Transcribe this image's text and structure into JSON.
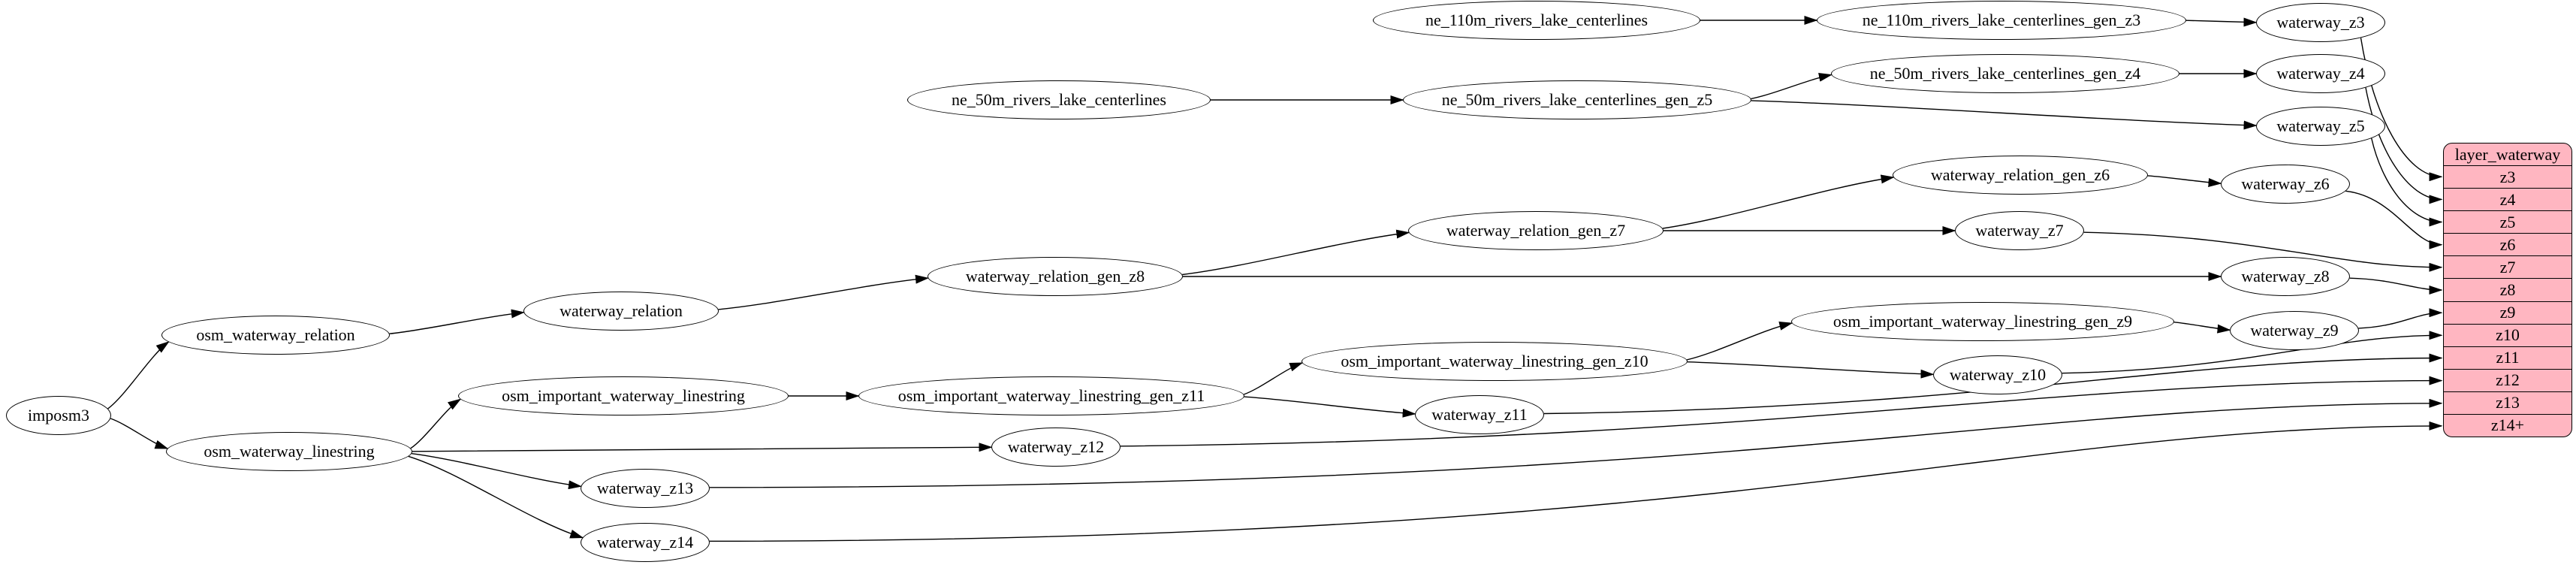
{
  "diagram": {
    "type": "flow-graph",
    "colors": {
      "background": "#ffffff",
      "node_fill": "#ffffff",
      "node_border": "#000000",
      "edge": "#000000",
      "record_fill": "#ffb6c1",
      "record_border": "#000000"
    },
    "nodes": [
      {
        "id": "imposm3",
        "label": "imposm3"
      },
      {
        "id": "osm_waterway_relation",
        "label": "osm_waterway_relation"
      },
      {
        "id": "osm_waterway_linestring",
        "label": "osm_waterway_linestring"
      },
      {
        "id": "waterway_relation",
        "label": "waterway_relation"
      },
      {
        "id": "waterway_relation_gen_z8",
        "label": "waterway_relation_gen_z8"
      },
      {
        "id": "waterway_relation_gen_z7",
        "label": "waterway_relation_gen_z7"
      },
      {
        "id": "waterway_relation_gen_z6",
        "label": "waterway_relation_gen_z6"
      },
      {
        "id": "osm_important_waterway_linestring",
        "label": "osm_important_waterway_linestring"
      },
      {
        "id": "osm_important_waterway_linestring_gen_z11",
        "label": "osm_important_waterway_linestring_gen_z11"
      },
      {
        "id": "osm_important_waterway_linestring_gen_z10",
        "label": "osm_important_waterway_linestring_gen_z10"
      },
      {
        "id": "osm_important_waterway_linestring_gen_z9",
        "label": "osm_important_waterway_linestring_gen_z9"
      },
      {
        "id": "ne_110m_rivers_lake_centerlines",
        "label": "ne_110m_rivers_lake_centerlines"
      },
      {
        "id": "ne_110m_rivers_lake_centerlines_gen_z3",
        "label": "ne_110m_rivers_lake_centerlines_gen_z3"
      },
      {
        "id": "ne_50m_rivers_lake_centerlines",
        "label": "ne_50m_rivers_lake_centerlines"
      },
      {
        "id": "ne_50m_rivers_lake_centerlines_gen_z5",
        "label": "ne_50m_rivers_lake_centerlines_gen_z5"
      },
      {
        "id": "ne_50m_rivers_lake_centerlines_gen_z4",
        "label": "ne_50m_rivers_lake_centerlines_gen_z4"
      },
      {
        "id": "waterway_z3",
        "label": "waterway_z3"
      },
      {
        "id": "waterway_z4",
        "label": "waterway_z4"
      },
      {
        "id": "waterway_z5",
        "label": "waterway_z5"
      },
      {
        "id": "waterway_z6",
        "label": "waterway_z6"
      },
      {
        "id": "waterway_z7",
        "label": "waterway_z7"
      },
      {
        "id": "waterway_z8",
        "label": "waterway_z8"
      },
      {
        "id": "waterway_z9",
        "label": "waterway_z9"
      },
      {
        "id": "waterway_z10",
        "label": "waterway_z10"
      },
      {
        "id": "waterway_z11",
        "label": "waterway_z11"
      },
      {
        "id": "waterway_z12",
        "label": "waterway_z12"
      },
      {
        "id": "waterway_z13",
        "label": "waterway_z13"
      },
      {
        "id": "waterway_z14",
        "label": "waterway_z14"
      }
    ],
    "record": {
      "id": "layer_waterway",
      "title": "layer_waterway",
      "rows": [
        "z3",
        "z4",
        "z5",
        "z6",
        "z7",
        "z8",
        "z9",
        "z10",
        "z11",
        "z12",
        "z13",
        "z14+"
      ]
    },
    "edges": [
      [
        "imposm3",
        "osm_waterway_relation"
      ],
      [
        "imposm3",
        "osm_waterway_linestring"
      ],
      [
        "osm_waterway_relation",
        "waterway_relation"
      ],
      [
        "waterway_relation",
        "waterway_relation_gen_z8"
      ],
      [
        "waterway_relation_gen_z8",
        "waterway_relation_gen_z7"
      ],
      [
        "waterway_relation_gen_z8",
        "waterway_z8"
      ],
      [
        "waterway_relation_gen_z7",
        "waterway_relation_gen_z6"
      ],
      [
        "waterway_relation_gen_z7",
        "waterway_z7"
      ],
      [
        "waterway_relation_gen_z6",
        "waterway_z6"
      ],
      [
        "osm_waterway_linestring",
        "osm_important_waterway_linestring"
      ],
      [
        "osm_waterway_linestring",
        "waterway_z12"
      ],
      [
        "osm_waterway_linestring",
        "waterway_z13"
      ],
      [
        "osm_waterway_linestring",
        "waterway_z14"
      ],
      [
        "osm_important_waterway_linestring",
        "osm_important_waterway_linestring_gen_z11"
      ],
      [
        "osm_important_waterway_linestring_gen_z11",
        "osm_important_waterway_linestring_gen_z10"
      ],
      [
        "osm_important_waterway_linestring_gen_z11",
        "waterway_z11"
      ],
      [
        "osm_important_waterway_linestring_gen_z10",
        "osm_important_waterway_linestring_gen_z9"
      ],
      [
        "osm_important_waterway_linestring_gen_z10",
        "waterway_z10"
      ],
      [
        "osm_important_waterway_linestring_gen_z9",
        "waterway_z9"
      ],
      [
        "ne_110m_rivers_lake_centerlines",
        "ne_110m_rivers_lake_centerlines_gen_z3"
      ],
      [
        "ne_110m_rivers_lake_centerlines_gen_z3",
        "waterway_z3"
      ],
      [
        "ne_50m_rivers_lake_centerlines",
        "ne_50m_rivers_lake_centerlines_gen_z5"
      ],
      [
        "ne_50m_rivers_lake_centerlines_gen_z5",
        "ne_50m_rivers_lake_centerlines_gen_z4"
      ],
      [
        "ne_50m_rivers_lake_centerlines_gen_z5",
        "waterway_z5"
      ],
      [
        "ne_50m_rivers_lake_centerlines_gen_z4",
        "waterway_z4"
      ],
      [
        "waterway_z3",
        "layer_waterway:z3"
      ],
      [
        "waterway_z4",
        "layer_waterway:z4"
      ],
      [
        "waterway_z5",
        "layer_waterway:z5"
      ],
      [
        "waterway_z6",
        "layer_waterway:z6"
      ],
      [
        "waterway_z7",
        "layer_waterway:z7"
      ],
      [
        "waterway_z8",
        "layer_waterway:z8"
      ],
      [
        "waterway_z9",
        "layer_waterway:z9"
      ],
      [
        "waterway_z10",
        "layer_waterway:z10"
      ],
      [
        "waterway_z11",
        "layer_waterway:z11"
      ],
      [
        "waterway_z12",
        "layer_waterway:z12"
      ],
      [
        "waterway_z13",
        "layer_waterway:z13"
      ],
      [
        "waterway_z14",
        "layer_waterway:z14+"
      ]
    ]
  }
}
